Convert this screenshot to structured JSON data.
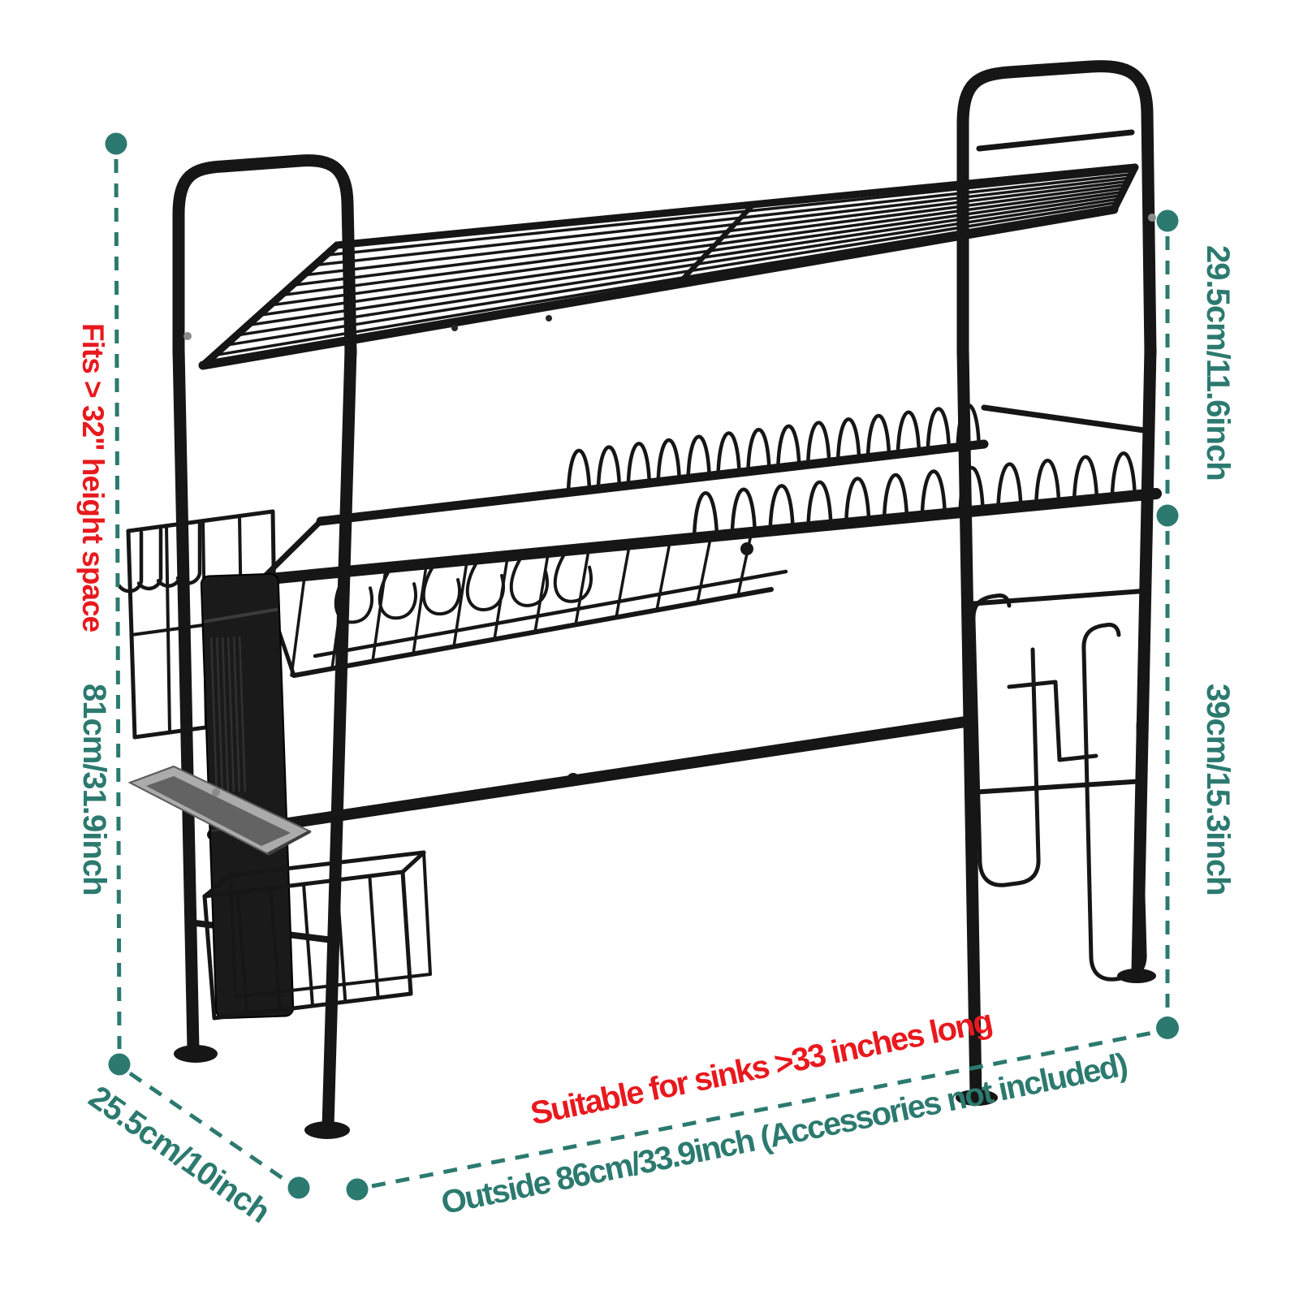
{
  "colors": {
    "teal": "#2C7A6F",
    "red": "#E8191E",
    "rack": "#161616",
    "background": "#FFFFFF"
  },
  "product": {
    "name": "over-sink dish drying rack (2-tier, black metal)"
  },
  "labels": {
    "fits_height": "Fits > 32\" height space",
    "total_height": "81cm/31.9inch",
    "upper_tier_height": "29.5cm/11.6inch",
    "lower_clearance_height": "39cm/15.3inch",
    "depth": "25.5cm/10inch",
    "suitable_sinks": "Suitable for sinks >33 inches long",
    "outside_width": "Outside 86cm/33.9inch (Accessories not included)"
  }
}
